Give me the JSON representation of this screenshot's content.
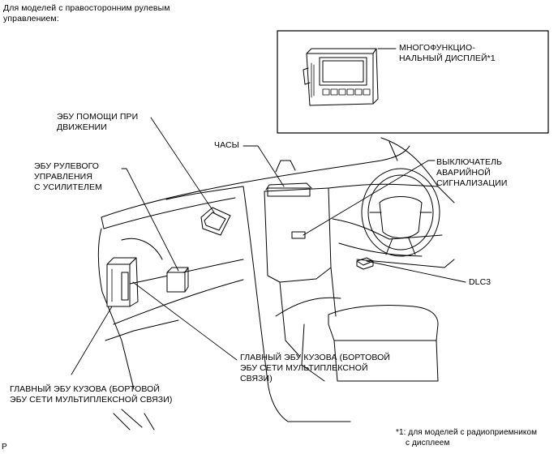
{
  "header": {
    "line1": "Для моделей с правосторонним рулевым",
    "line2": "управлением:"
  },
  "labels": {
    "multi_display": {
      "line1": "МНОГОФУНКЦИО-",
      "line2": "НАЛЬНЫЙ ДИСПЛЕЙ*1"
    },
    "assist_ecu": {
      "line1": "ЭБУ ПОМОЩИ ПРИ",
      "line2": "ДВИЖЕНИИ"
    },
    "clock": "ЧАСЫ",
    "eps_ecu": {
      "line1": "ЭБУ РУЛЕВОГО",
      "line2": "УПРАВЛЕНИЯ",
      "line3": "С УСИЛИТЕЛЕМ"
    },
    "hazard_switch": {
      "line1": "ВЫКЛЮЧАТЕЛЬ",
      "line2": "АВАРИЙНОЙ",
      "line3": "СИГНАЛИЗАЦИИ"
    },
    "dlc3": "DLC3",
    "main_body_ecu_right": {
      "line1": "ГЛАВНЫЙ ЭБУ КУЗОВА (БОРТОВОЙ",
      "line2": "ЭБУ СЕТИ МУЛЬТИПЛЕКСНОЙ",
      "line3": "СВЯЗИ)"
    },
    "main_body_ecu_left": {
      "line1": "ГЛАВНЫЙ ЭБУ КУЗОВА (БОРТОВОЙ",
      "line2": "ЭБУ СЕТИ МУЛЬТИПЛЕКСНОЙ СВЯЗИ)"
    }
  },
  "footnote": {
    "line1": "*1: для моделей с радиоприемником",
    "line2": "с дисплеем"
  },
  "corner_code": "P",
  "colors": {
    "line": "#000000",
    "background": "#ffffff"
  }
}
